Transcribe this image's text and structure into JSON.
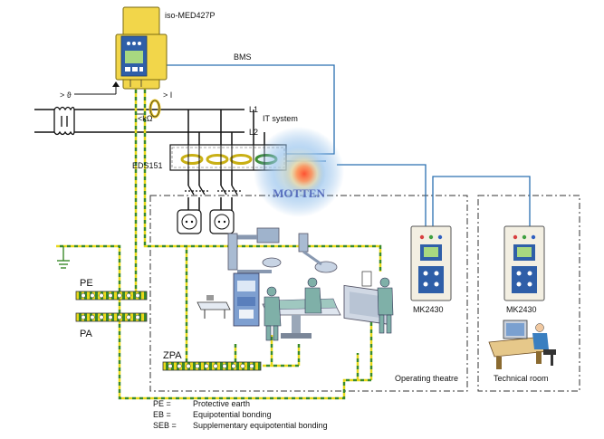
{
  "device_top": {
    "name": "iso-MED427P"
  },
  "labels": {
    "bms": "BMS",
    "temp": "> ϑ",
    "current": "> I",
    "ohm": "<kΩ",
    "l1": "L1",
    "l2": "L2",
    "it_system": "IT system",
    "eds": "EDS151",
    "pe": "PE",
    "pa": "PA",
    "zpa": "ZPA",
    "mk_left": "MK2430",
    "mk_right": "MK2430",
    "operating_theatre": "Operating theatre",
    "technical_room": "Technical  room",
    "watermark": "MOTTEN"
  },
  "legend": [
    {
      "abbr": "PE =",
      "text": "Protective earth"
    },
    {
      "abbr": "EB =",
      "text": "Equipotential bonding"
    },
    {
      "abbr": "SEB =",
      "text": "Supplementary equipotential bonding"
    }
  ],
  "colors": {
    "bms_wire": "#2a6fb0",
    "pe_yellow": "#e8d81a",
    "pe_green": "#3a8a2a",
    "device_yellow": "#f2d64a",
    "panel_blue": "#2f5fa8",
    "glow_red": "#e23a2a"
  }
}
